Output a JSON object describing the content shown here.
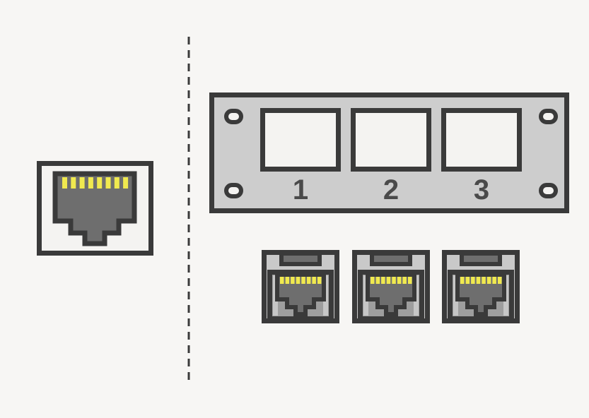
{
  "panel": {
    "ports": [
      {
        "label": "1"
      },
      {
        "label": "2"
      },
      {
        "label": "3"
      }
    ]
  },
  "icons": {
    "single_jack": "rj45-jack-icon",
    "keystone_jack": "rj45-keystone-jack-icon",
    "screw_hole": "screw-hole-icon",
    "divider": "dashed-divider-line"
  },
  "colors": {
    "background": "#f7f6f4",
    "outline": "#3a3a3a",
    "panel_face": "#cdcdcd",
    "jack_face": "#c9c9c9",
    "socket_gray": "#6e6e6e",
    "inner_gray": "#9e9e9e",
    "side_strip_gray": "#c6c6c6",
    "cutout_white": "#f4f3f1",
    "pin_yellow": "#f0e94f",
    "number_text": "#4a4a4a"
  }
}
